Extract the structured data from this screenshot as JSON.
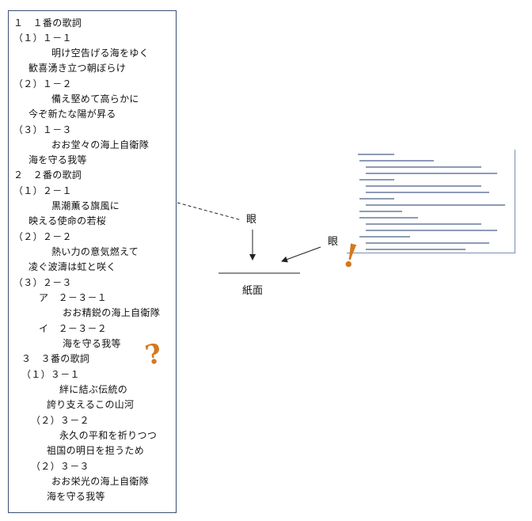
{
  "lyrics": [
    "１　１番の歌詞",
    "（１）１－１",
    "明け空告げる海をゆく",
    "歓喜湧き立つ朝ぼらけ",
    "（２）１－２",
    "備え堅めて高らかに",
    "今ぞ新たな陽が昇る",
    "（３）１－３",
    "おお堂々の海上自衛隊",
    "海を守る我等",
    "２　２番の歌詞",
    "（１）２－１",
    "黒潮薫る旗風に",
    "映える使命の若桜",
    "（２）２－２",
    "熱い力の意気燃えて",
    "凌ぐ波濤は虹と咲く",
    "（３）２－３",
    "ア　２－３－１",
    "おお精鋭の海上自衛隊",
    "イ　２－３－２",
    "海を守る我等",
    "３　３番の歌詞",
    "（１）３－１",
    "絆に結ぶ伝統の",
    "誇り支えるこの山河",
    "（２）３－２",
    "永久の平和を祈りつつ",
    "祖国の明日を担うため",
    "（２）３－３",
    "おお栄光の海上自衛隊",
    "海を守る我等"
  ],
  "diagram": {
    "eye_label_1": "眼",
    "eye_label_2": "眼",
    "surface_label": "紙面",
    "question_mark": "?",
    "exclamation_mark": "!"
  },
  "colors": {
    "mark_orange": "#d4781f",
    "box_border": "#3b4e72"
  }
}
